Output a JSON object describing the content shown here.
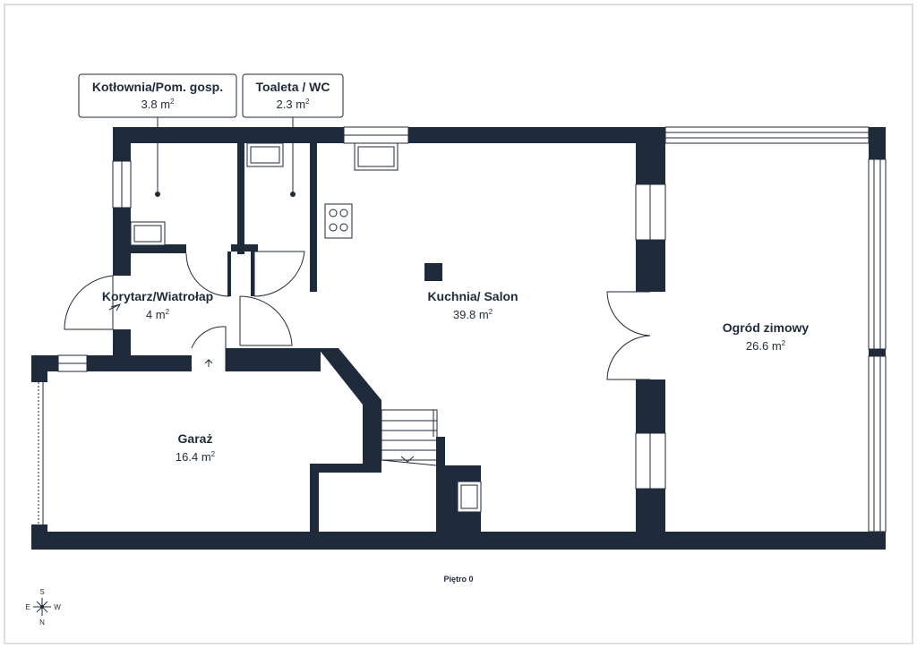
{
  "floor_label": "Piętro 0",
  "area_unit": "m",
  "area_sup": "2",
  "compass": {
    "north": "N",
    "south": "S",
    "east": "E",
    "west": "W"
  },
  "callouts": {
    "kotlownia": {
      "name": "Kotłownia/Pom. gosp.",
      "area": "3.8"
    },
    "toaleta": {
      "name": "Toaleta / WC",
      "area": "2.3"
    }
  },
  "rooms": {
    "korytarz": {
      "name": "Korytarz/Wiatrołap",
      "area": "4"
    },
    "kuchnia": {
      "name": "Kuchnia/ Salon",
      "area": "39.8"
    },
    "ogrod": {
      "name": "Ogród zimowy",
      "area": "26.6"
    },
    "garaz": {
      "name": "Garaż",
      "area": "16.4"
    }
  },
  "colors": {
    "wall": "#1f2a3a",
    "frame": "#9aa0a8",
    "background": "#ffffff"
  }
}
